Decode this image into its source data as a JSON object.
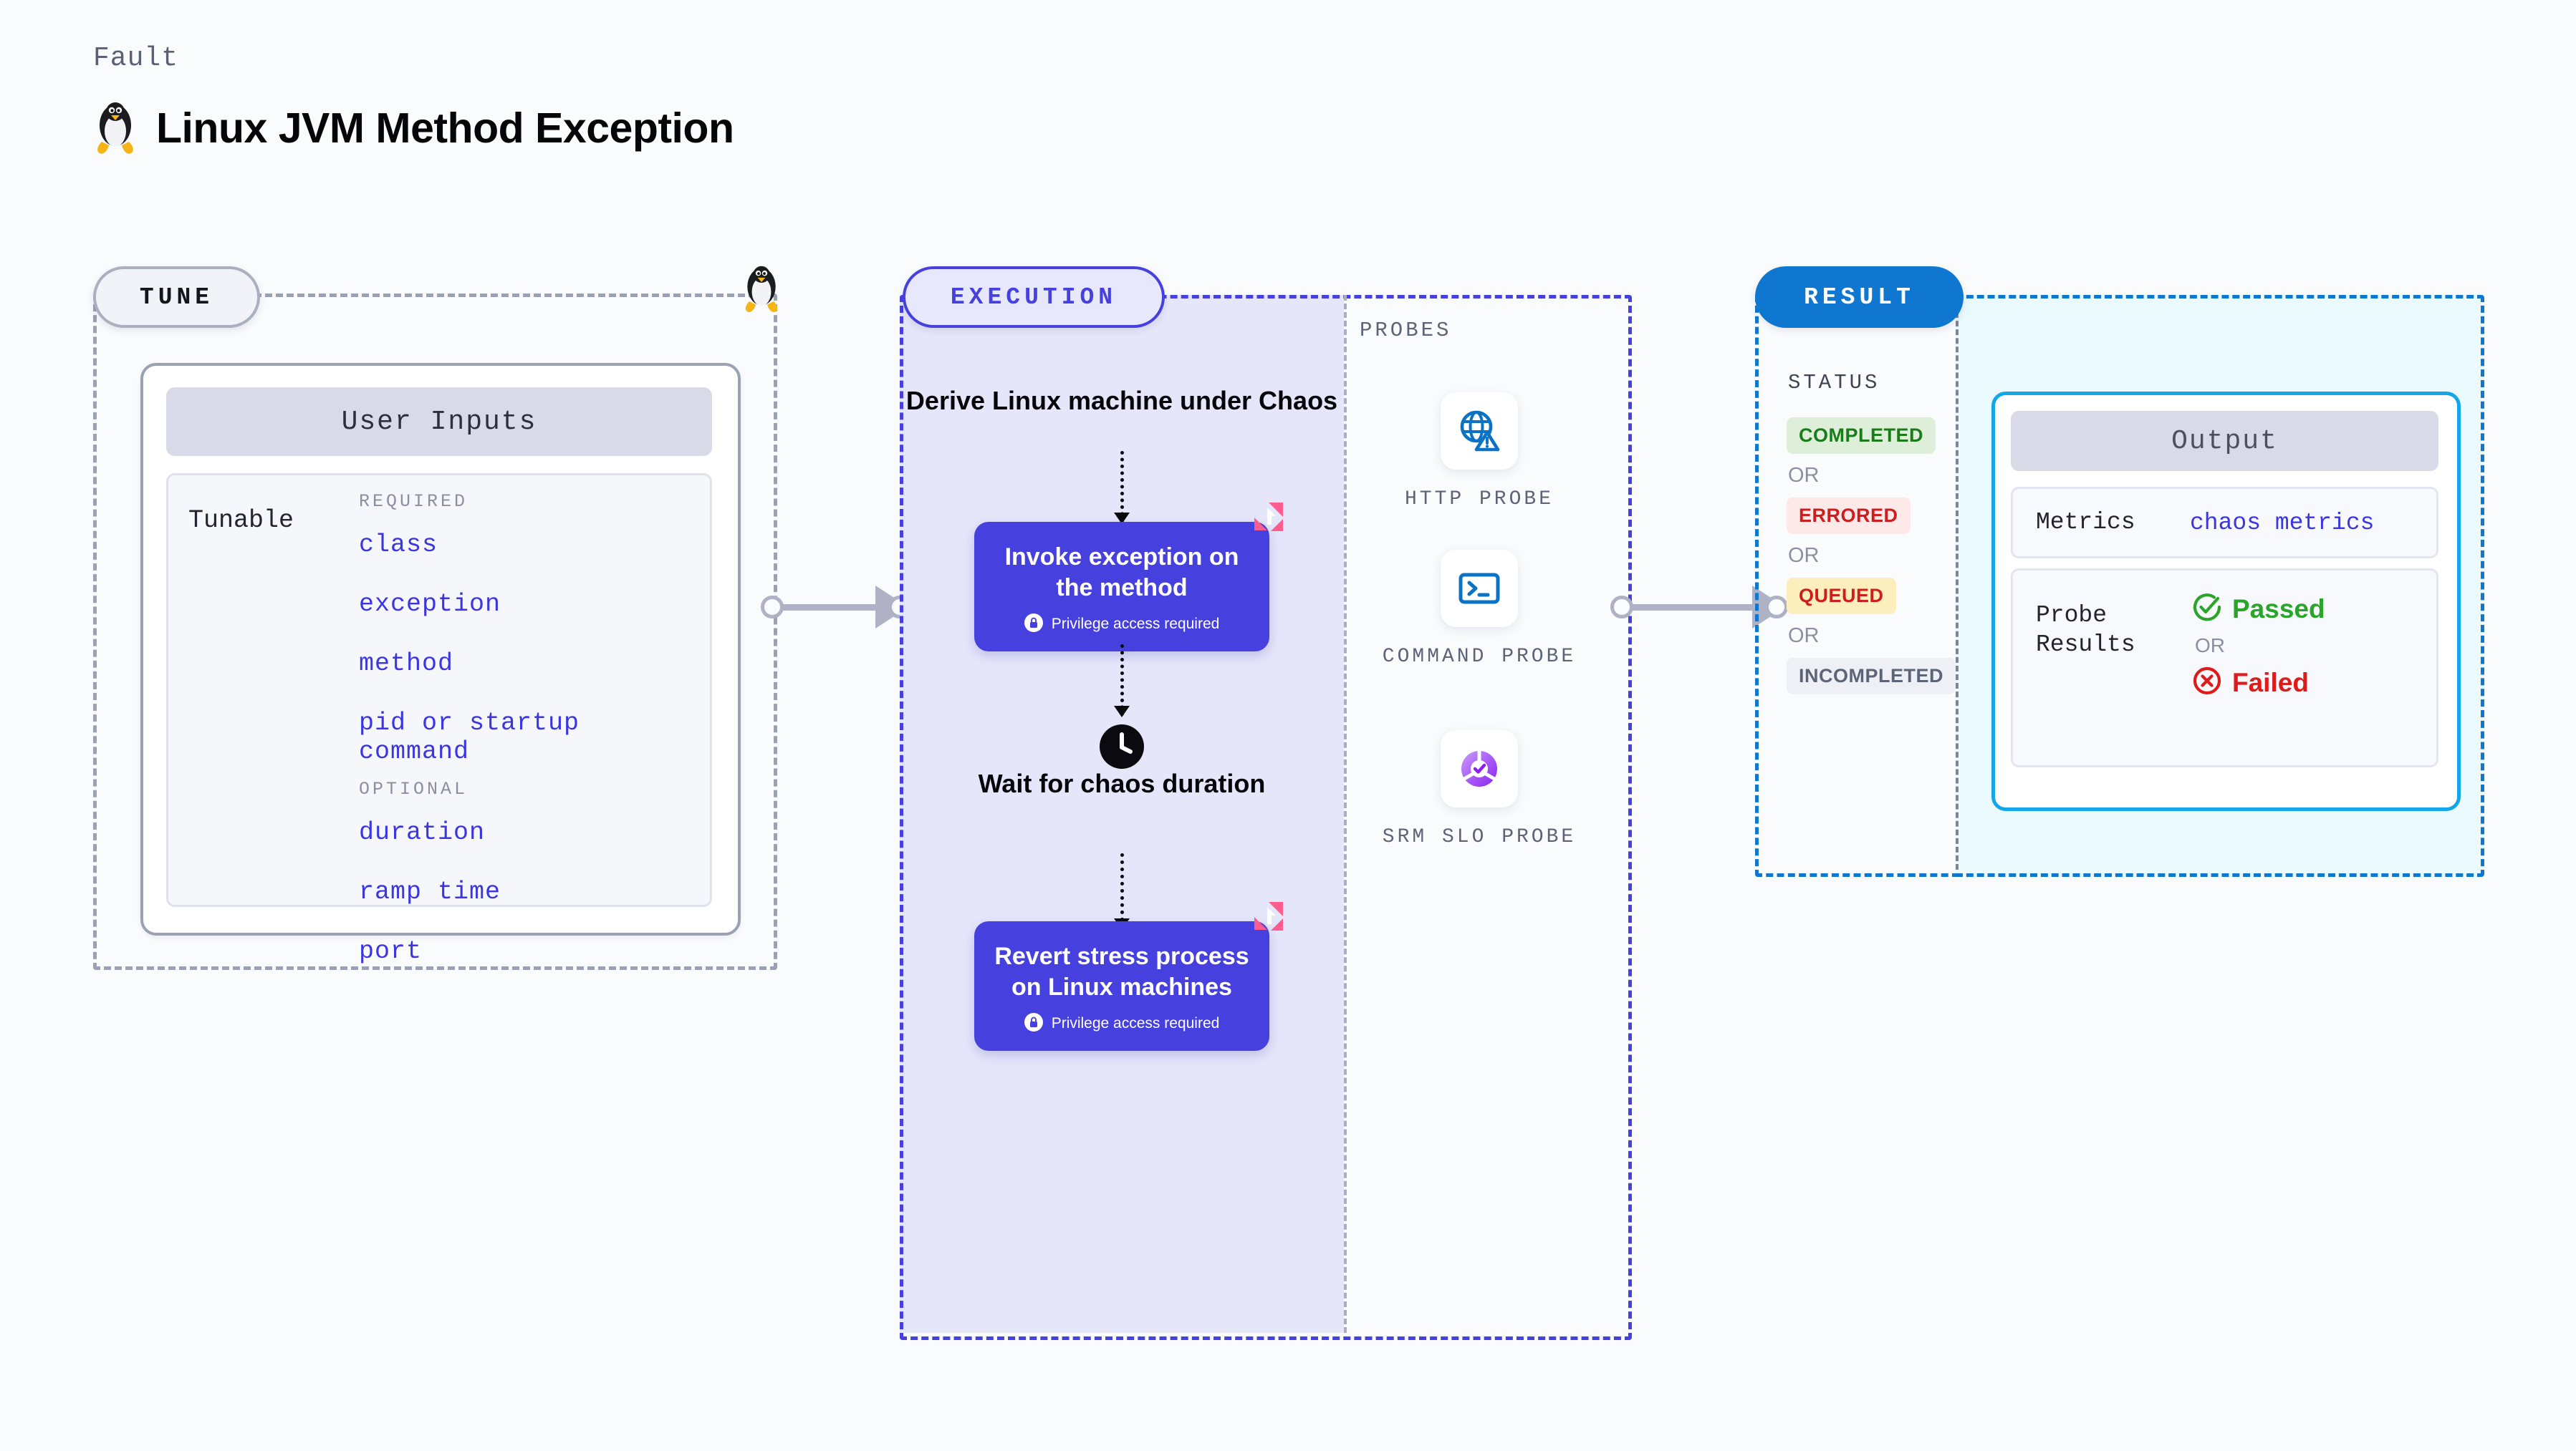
{
  "header": {
    "eyebrow": "Fault",
    "title": "Linux JVM Method Exception",
    "os_icon": "linux-penguin-icon"
  },
  "tune": {
    "pill_label": "TUNE",
    "card_title": "User Inputs",
    "tunable_label": "Tunable",
    "groups": [
      {
        "label": "REQUIRED",
        "items": [
          "class",
          "exception",
          "method",
          "pid or startup command"
        ]
      },
      {
        "label": "OPTIONAL",
        "items": [
          "duration",
          "ramp time",
          "port"
        ]
      }
    ]
  },
  "execution": {
    "pill_label": "EXECUTION",
    "steps": [
      {
        "type": "text",
        "label": "Derive Linux machine under Chaos"
      },
      {
        "type": "action",
        "label": "Invoke exception on the method",
        "privilege_note": "Privilege access required",
        "badge": "chaos-fault-badge",
        "lock_icon": "lock-icon"
      },
      {
        "type": "wait",
        "label": "Wait for chaos duration",
        "icon": "clock-icon"
      },
      {
        "type": "action",
        "label": "Revert stress process on Linux machines",
        "privilege_note": "Privilege access required",
        "badge": "chaos-fault-badge",
        "lock_icon": "lock-icon"
      }
    ]
  },
  "probes": {
    "section_label": "PROBES",
    "items": [
      {
        "label": "HTTP PROBE",
        "icon": "globe-warning-icon",
        "color": "#0b72c4"
      },
      {
        "label": "COMMAND PROBE",
        "icon": "terminal-icon",
        "color": "#0b72c4"
      },
      {
        "label": "SRM SLO PROBE",
        "icon": "slo-check-icon",
        "color": "#9b3ff0"
      }
    ]
  },
  "result": {
    "pill_label": "RESULT",
    "status_label": "STATUS",
    "or_label": "OR",
    "statuses": [
      {
        "label": "COMPLETED",
        "bg": "#deefd9",
        "fg": "#197c19"
      },
      {
        "label": "ERRORED",
        "bg": "#fde9e8",
        "fg": "#cf1d1d"
      },
      {
        "label": "QUEUED",
        "bg": "#fdeebe",
        "fg": "#cf1d1d"
      },
      {
        "label": "INCOMPLETED",
        "bg": "#eef0f5",
        "fg": "#5d6478"
      }
    ],
    "output": {
      "title": "Output",
      "metrics_key": "Metrics",
      "metrics_value": "chaos metrics",
      "probe_results_key": "Probe Results",
      "passed_label": "Passed",
      "failed_label": "Failed",
      "or_label": "OR",
      "passed_icon": "check-circle-icon",
      "failed_icon": "x-circle-icon"
    }
  },
  "colors": {
    "accent_purple": "#4640df",
    "accent_blue": "#0f77d0",
    "accent_cyan": "#14a7e8",
    "pink_badge": "#fa5d8e",
    "exec_fill": "#e6e6fa",
    "result_fill": "#eafaff"
  }
}
